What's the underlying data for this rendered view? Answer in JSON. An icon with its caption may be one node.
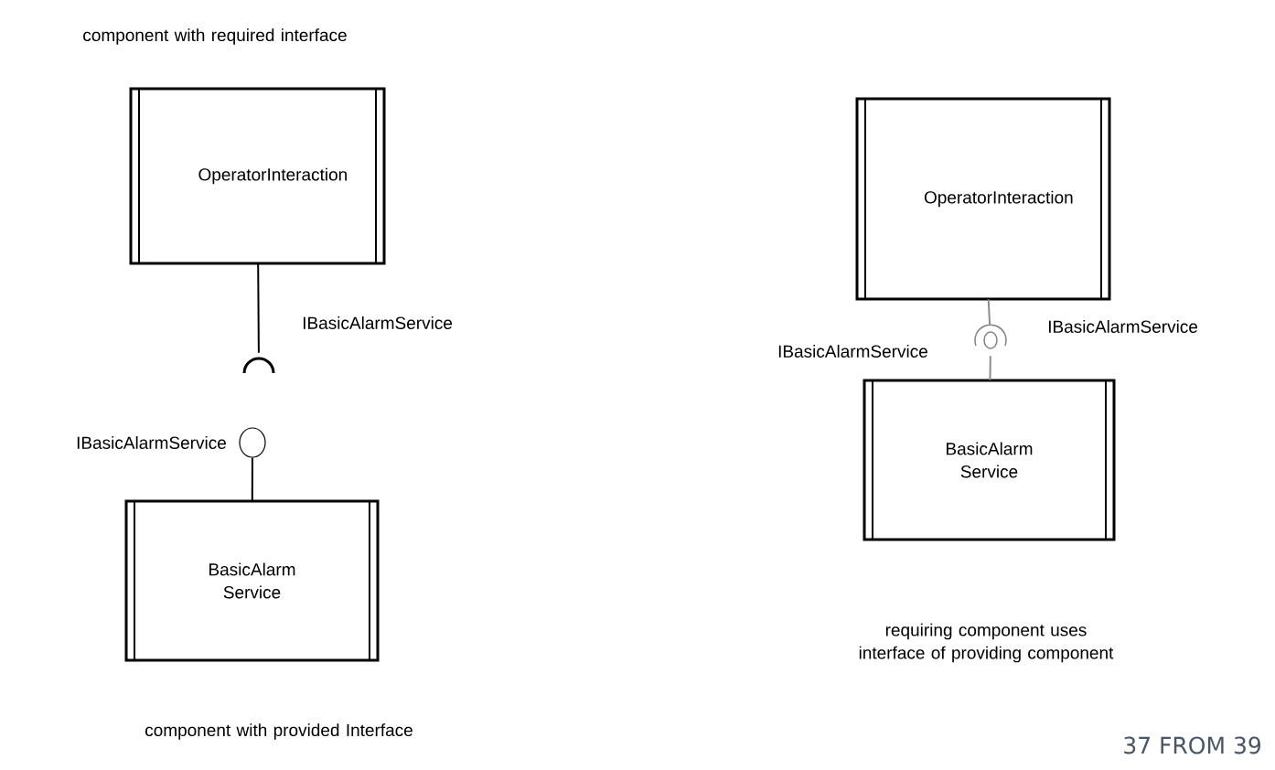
{
  "diagram": {
    "nodes": [
      {
        "text": [
          "OperatorInteraction"
        ]
      },
      {
        "text": [],
        "shape": "arc",
        "beside": [
          "IBasicAlarmService"
        ]
      },
      {
        "text": [],
        "shape": "circle",
        "beside": [
          "IBasicAlarmService"
        ]
      },
      {
        "text": [
          "BasicAlarm Service"
        ]
      },
      {
        "text": [
          "OperatorInteraction"
        ]
      },
      {
        "text": [],
        "shape": "circle"
      },
      {
        "text": [
          "BasicAlarm Service"
        ]
      }
    ],
    "edges": [
      {
        "from": 0,
        "to": 1,
        "arrow": "none"
      },
      {
        "from": 2,
        "to": 3,
        "arrow": "none"
      },
      {
        "from": 4,
        "to": 5,
        "arrow": "none",
        "color": "#8c8c8c"
      },
      {
        "from": 5,
        "to": 6,
        "arrow": "none",
        "color": "#8c8c8c"
      }
    ],
    "labels": [
      "component with required interface",
      "IBasicAlarmService",
      "IBasicAlarmService",
      "requiring component uses interface of providing component",
      "component with provided Interface",
      "37 FROM 39"
    ]
  }
}
